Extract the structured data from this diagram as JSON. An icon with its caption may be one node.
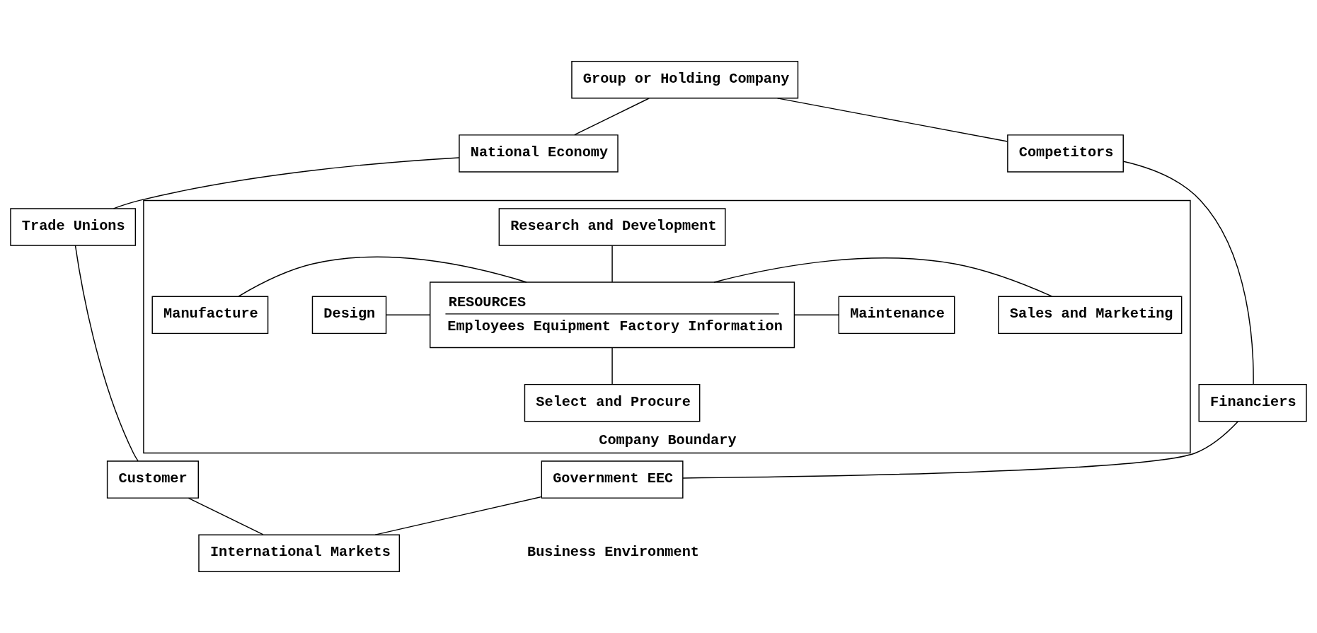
{
  "diagram": {
    "nodes": [
      {
        "text": [
          "Group or Holding Company"
        ]
      },
      {
        "text": [
          "National Economy"
        ]
      },
      {
        "text": [
          "Competitors"
        ]
      },
      {
        "text": [
          "Company Boundary"
        ]
      },
      {
        "text": [
          "Research and Development"
        ],
        "in": 3
      },
      {
        "text": [
          "Trade Unions"
        ]
      },
      {
        "text": [
          "Design"
        ],
        "in": 3
      },
      {
        "text": [
          "RESOURCES",
          "Employees Equipment Factory Information"
        ],
        "in": 3
      },
      {
        "text": [
          "Sales and Marketing"
        ],
        "in": 3
      },
      {
        "text": [
          "Manufacture"
        ],
        "in": 3
      },
      {
        "text": [
          "Maintenance"
        ],
        "in": 3
      },
      {
        "text": [
          "Financiers"
        ]
      },
      {
        "text": [
          "Select and Procure"
        ],
        "in": 3
      },
      {
        "text": [
          "Customer"
        ]
      },
      {
        "text": [
          "Government EEC"
        ]
      },
      {
        "text": [
          "International Markets"
        ]
      }
    ],
    "edges": [
      {
        "from": 0,
        "to": 1,
        "arrow": "none"
      },
      {
        "from": 1,
        "to": 5,
        "arrow": "none"
      },
      {
        "from": 5,
        "to": 13,
        "arrow": "none"
      },
      {
        "from": 13,
        "to": 15,
        "arrow": "none"
      },
      {
        "from": 14,
        "to": 15,
        "arrow": "none"
      },
      {
        "from": 11,
        "to": 14,
        "arrow": "none"
      },
      {
        "from": 2,
        "to": 11,
        "arrow": "none"
      },
      {
        "from": 0,
        "to": 2,
        "arrow": "none"
      },
      {
        "from": 4,
        "to": 7,
        "arrow": "none"
      },
      {
        "from": 6,
        "to": 7,
        "arrow": "none"
      },
      {
        "from": 7,
        "to": 8,
        "arrow": "none"
      },
      {
        "from": 9,
        "to": 7,
        "arrow": "none"
      },
      {
        "from": 7,
        "to": 10,
        "arrow": "none"
      },
      {
        "from": 7,
        "to": 12,
        "arrow": "none"
      }
    ],
    "labels": [
      "Business Environment"
    ]
  }
}
